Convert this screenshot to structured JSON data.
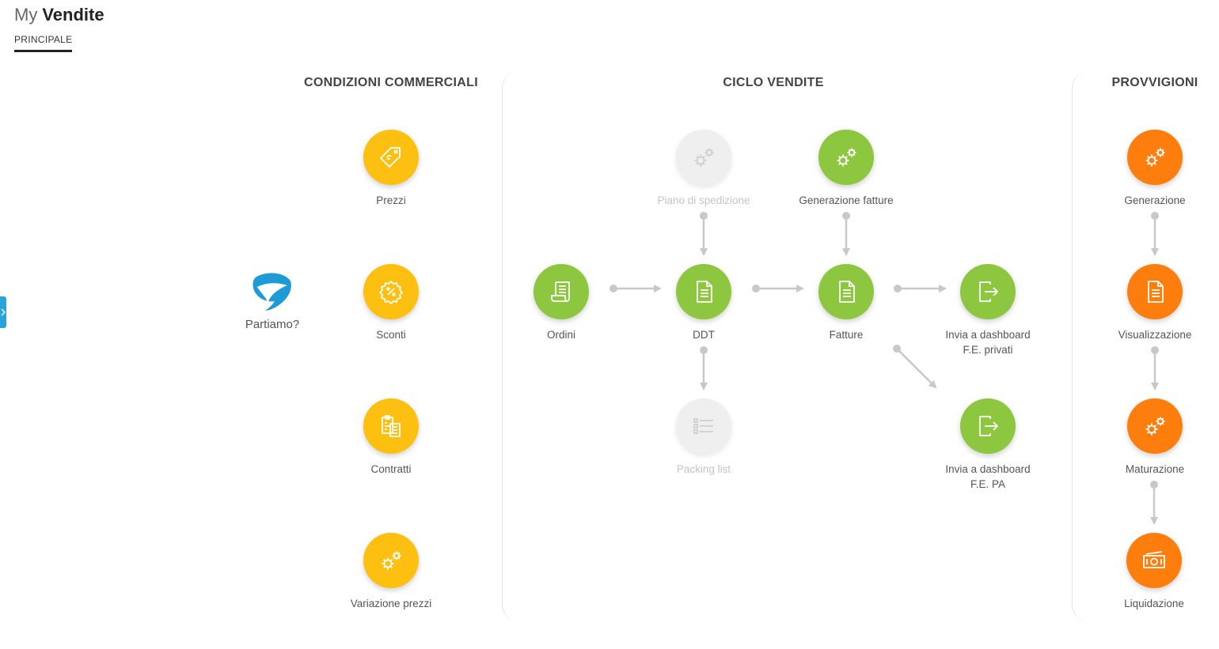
{
  "header": {
    "title_light": "My",
    "title_bold": "Vendite",
    "tab_label": "PRINCIPALE"
  },
  "welcome": {
    "label": "Partiamo?",
    "icon": "logo-icon"
  },
  "sections": {
    "condizioni": {
      "title": "CONDIZIONI COMMERCIALI",
      "nodes": {
        "prezzi": "Prezzi",
        "sconti": "Sconti",
        "contratti": "Contratti",
        "variazione": "Variazione prezzi"
      }
    },
    "ciclo": {
      "title": "CICLO VENDITE",
      "nodes": {
        "piano": "Piano di spedizione",
        "generazione_fatture": "Generazione fatture",
        "ordini": "Ordini",
        "ddt": "DDT",
        "fatture": "Fatture",
        "invia_privati_1": "Invia a dashboard",
        "invia_privati_2": "F.E. privati",
        "packing": "Packing list",
        "invia_pa_1": "Invia a dashboard",
        "invia_pa_2": "F.E. PA"
      }
    },
    "provvigioni": {
      "title": "PROVVIGIONI",
      "nodes": {
        "generazione": "Generazione",
        "visualizzazione": "Visualizzazione",
        "maturazione": "Maturazione",
        "liquidazione": "Liquidazione"
      }
    }
  },
  "colors": {
    "yellow": "#fdc010",
    "green": "#8dc63f",
    "orange": "#fd7e0c",
    "disabled": "#efefef",
    "accent": "#29a3d8"
  }
}
